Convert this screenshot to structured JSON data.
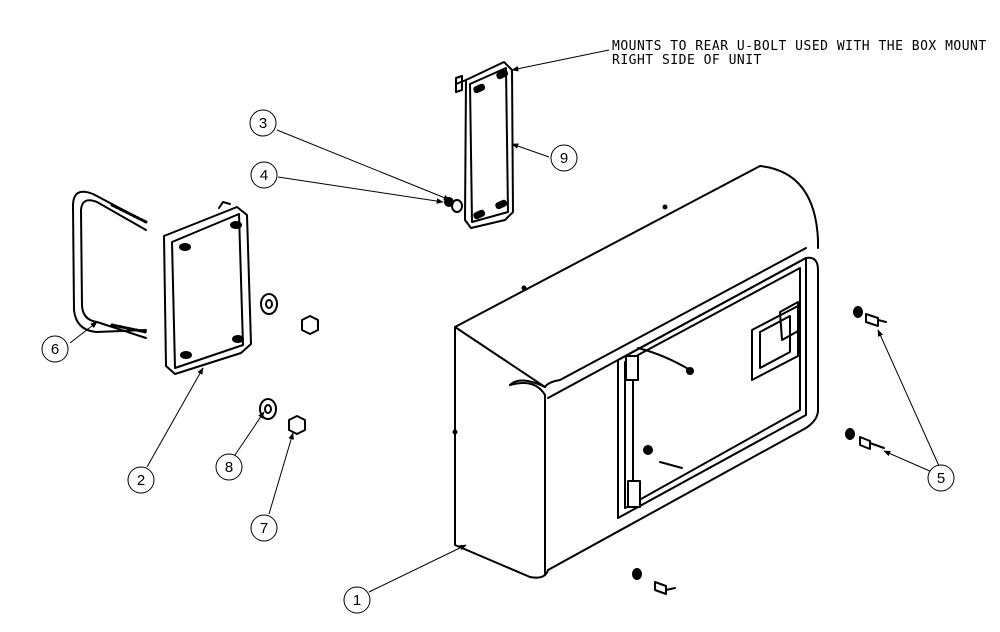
{
  "note": {
    "line1": "MOUNTS TO REAR U-BOLT USED WITH THE BOX MOUNT",
    "line2": "RIGHT SIDE OF UNIT"
  },
  "callouts": [
    {
      "id": "1",
      "part": "storage-box"
    },
    {
      "id": "2",
      "part": "mounting-plate"
    },
    {
      "id": "3",
      "part": "washer"
    },
    {
      "id": "4",
      "part": "nut"
    },
    {
      "id": "5",
      "part": "bolt"
    },
    {
      "id": "6",
      "part": "u-bolt"
    },
    {
      "id": "7",
      "part": "nut"
    },
    {
      "id": "8",
      "part": "washer"
    },
    {
      "id": "9",
      "part": "rear-bracket"
    }
  ]
}
